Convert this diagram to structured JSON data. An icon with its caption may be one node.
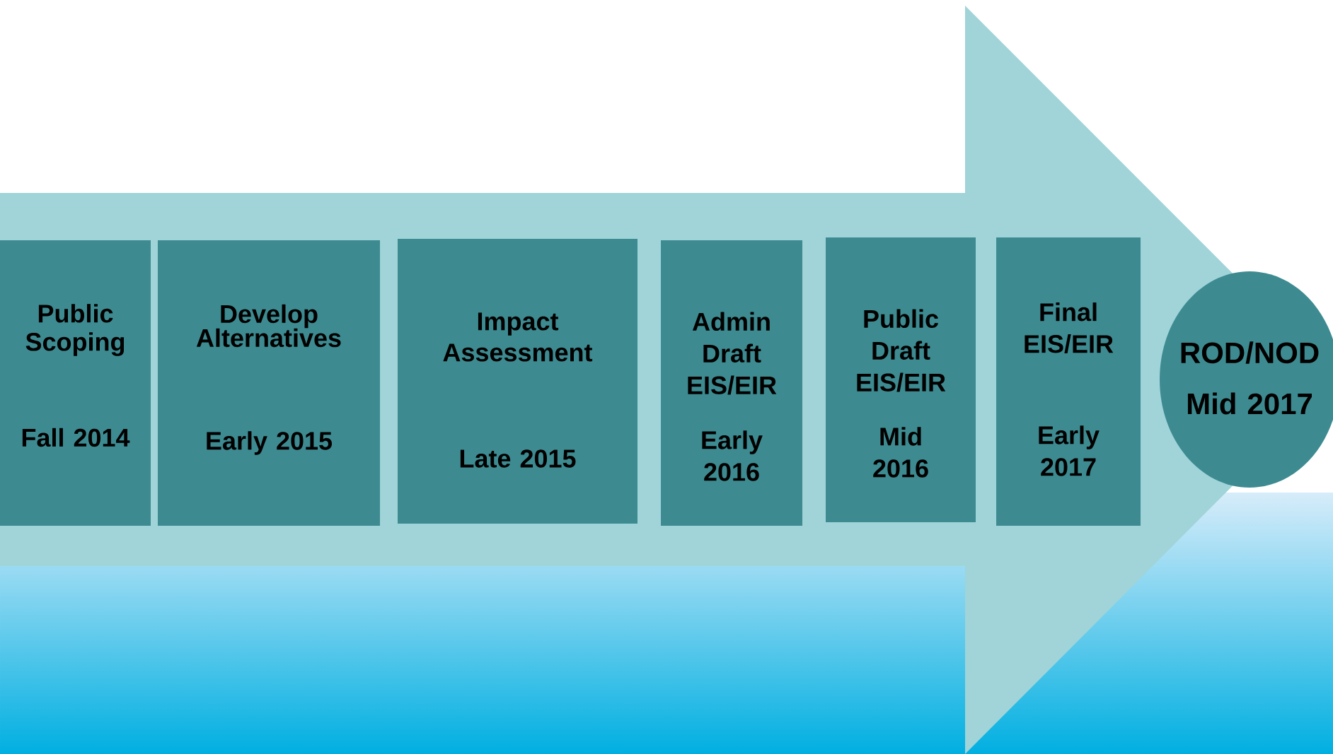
{
  "diagram": {
    "nodes": [
      {
        "text": [
          "Public Scoping",
          "Fall 2014"
        ]
      },
      {
        "text": [
          "Develop Alternatives",
          "Early 2015"
        ]
      },
      {
        "text": [
          "Impact Assessment",
          "Late 2015"
        ]
      },
      {
        "text": [
          "Admin Draft EIS/EIR",
          "Early 2016"
        ]
      },
      {
        "text": [
          "Public Draft EIS/EIR",
          "Mid 2016"
        ]
      },
      {
        "text": [
          "Final EIS/EIR",
          "Early 2017"
        ]
      },
      {
        "text": [
          "ROD/NOD",
          "Mid 2017"
        ]
      }
    ],
    "edges": [
      {
        "from": 0,
        "to": 6,
        "arrow": "to"
      }
    ]
  }
}
